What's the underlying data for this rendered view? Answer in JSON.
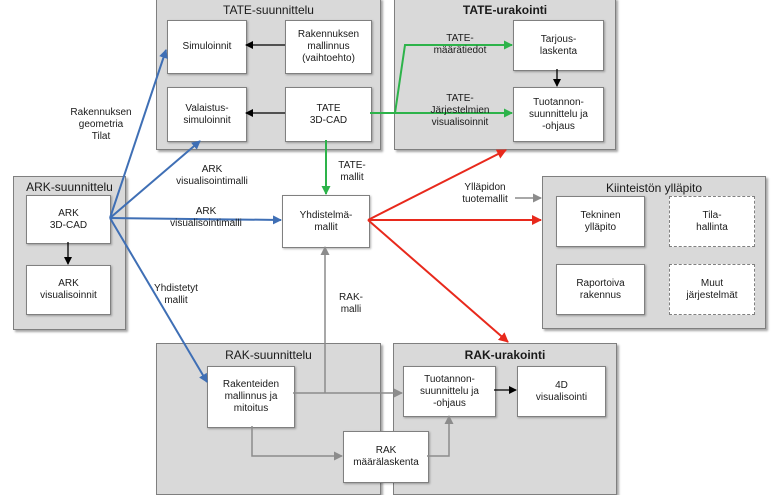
{
  "groups": {
    "tate_suunnittelu": "TATE-suunnittelu",
    "tate_urakointi": "TATE-urakointi",
    "ark_suunnittelu": "ARK-suunnittelu",
    "kiinteiston_yllapito": "Kiinteistön ylläpito",
    "rak_suunnittelu": "RAK-suunnittelu",
    "rak_urakointi": "RAK-urakointi"
  },
  "boxes": {
    "simuloinnit": "Simuloinnit",
    "rakennuksen_mallinnus": "Rakennuksen\nmallinnus\n(vaihtoehto)",
    "valaistus": "Valaistus-\nsimuloinnit",
    "tate_3dcad": "TATE\n3D-CAD",
    "tarjouslaskenta": "Tarjous-\nlaskenta",
    "tuotannon_tate": "Tuotannon-\nsuunnittelu ja\n-ohjaus",
    "ark_3dcad": "ARK\n3D-CAD",
    "ark_visualisoinnit": "ARK\nvisualisoinnit",
    "yhdistelmamallit": "Yhdistelmä-\nmallit",
    "tekninen_yllapito": "Tekninen\nylläpito",
    "tilahallinta": "Tila-\nhallinta",
    "raportoiva_rakennus": "Raportoiva\nrakennus",
    "muut_jarjestelmat": "Muut\njärjestelmät",
    "rakenteiden_mallinnus": "Rakenteiden\nmallinnus ja\nmitoitus",
    "tuotannon_rak": "Tuotannon-\nsuunnittelu ja\n-ohjaus",
    "visualisointi_4d": "4D\nvisualisointi",
    "rak_maaralaskenta": "RAK\nmäärälaskenta"
  },
  "labels": {
    "tate_maaratiedot": "TATE-\nmäärätiedot",
    "tate_jarjestelmien": "TATE-\nJärjestelmien\nvisualisoinnit",
    "rakennuksen_geometria": "Rakennuksen\ngeometria\nTilat",
    "ark_visualisointimalli_1": "ARK\nvisualisointimalli",
    "ark_visualisointimalli_2": "ARK\nvisualisointimalli",
    "tate_mallit": "TATE-\nmallit",
    "yllapidon_tuotemallit": "Ylläpidon\ntuotemallit",
    "yhdistetyt_mallit": "Yhdistetyt\nmallit",
    "rak_malli": "RAK-\nmalli"
  },
  "colors": {
    "blue_arrow": "#3f6fb5",
    "green_arrow": "#2db34a",
    "red_arrow": "#e8291c",
    "gray_arrow": "#8c8c8c",
    "black_arrow": "#000000",
    "group_fill": "#d9d9d9"
  }
}
